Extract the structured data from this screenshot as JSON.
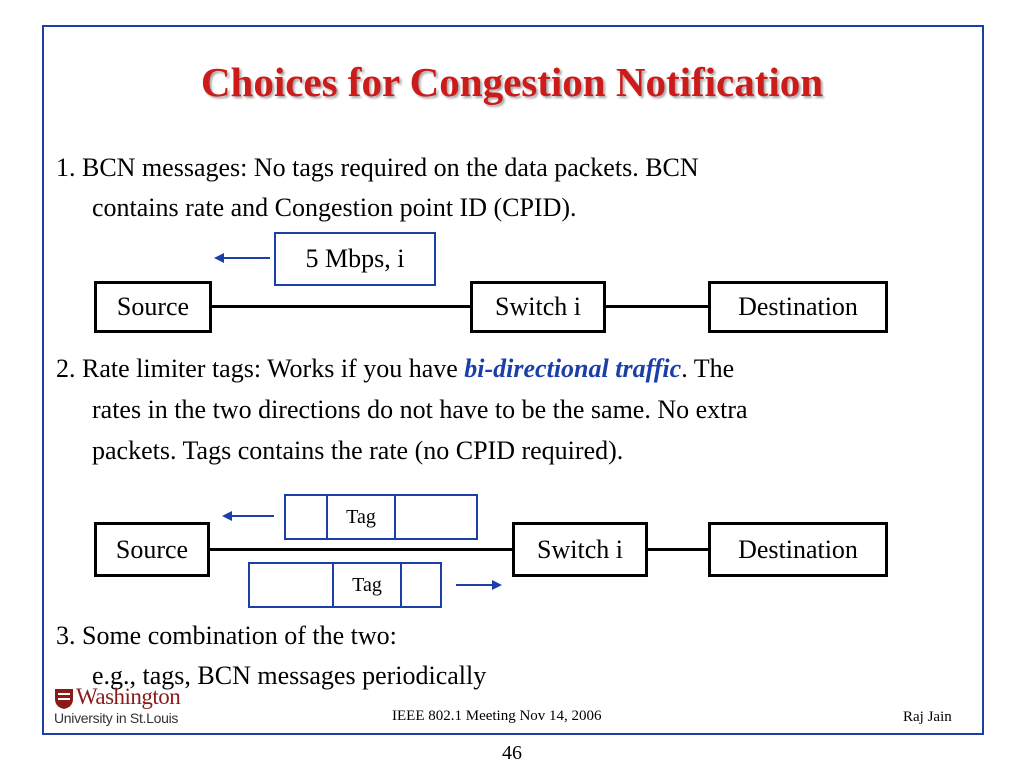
{
  "title": "Choices for Congestion Notification",
  "item1": {
    "line1": "1. BCN messages: No tags required on the data packets. BCN",
    "line2": "contains rate and Congestion point ID (CPID)."
  },
  "diagram1": {
    "message": "5 Mbps, i",
    "source": "Source",
    "switch": "Switch i",
    "destination": "Destination"
  },
  "item2": {
    "prefix": "2. Rate limiter tags: Works if you have ",
    "highlight": "bi-directional traffic",
    "suffix": ". The",
    "line2": "rates in the two directions do not have to be the same. No extra",
    "line3": "packets. Tags contains the rate (no CPID required)."
  },
  "diagram2": {
    "tag_top": "Tag",
    "tag_bottom": "Tag",
    "source": "Source",
    "switch": "Switch i",
    "destination": "Destination"
  },
  "item3": {
    "line1": "3. Some combination of the two:",
    "line2": "e.g., tags, BCN messages periodically"
  },
  "logo": {
    "line1": "Washington",
    "line2": "University in St.Louis"
  },
  "footer": {
    "center": "IEEE 802.1 Meeting  Nov 14, 2006",
    "right": "Raj Jain"
  },
  "page_number": "46",
  "colors": {
    "title": "#cc1b1b",
    "accent": "#1a3fa8",
    "logo": "#8b1a1a"
  }
}
